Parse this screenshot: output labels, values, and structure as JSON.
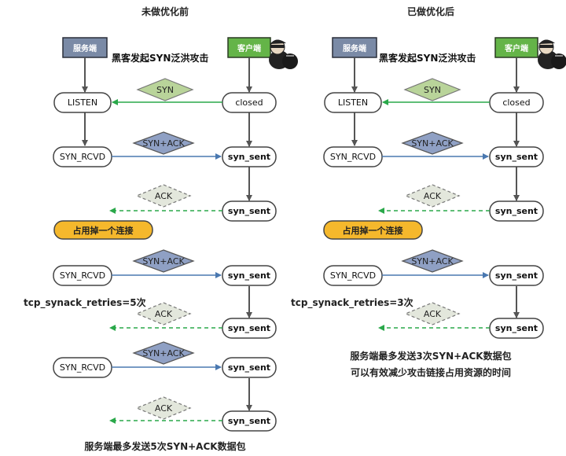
{
  "left": {
    "title": "未做优化前",
    "server_label": "服务端",
    "client_label": "客户端",
    "attack_text": "黑客发起SYN泛洪攻击",
    "listen": "LISTEN",
    "closed": "closed",
    "syn": "SYN",
    "syn_rcvd": "SYN_RCVD",
    "syn_ack": "SYN+ACK",
    "syn_sent": "syn_sent",
    "ack": "ACK",
    "occupy": "占用掉一个连接",
    "retries": "tcp_synack_retries=5次",
    "bottom_note": "服务端最多发送5次SYN+ACK数据包"
  },
  "right": {
    "title": "已做优化后",
    "server_label": "服务端",
    "client_label": "客户端",
    "attack_text": "黑客发起SYN泛洪攻击",
    "listen": "LISTEN",
    "closed": "closed",
    "syn": "SYN",
    "syn_rcvd": "SYN_RCVD",
    "syn_ack": "SYN+ACK",
    "syn_sent": "syn_sent",
    "ack": "ACK",
    "occupy": "占用掉一个连接",
    "retries": "tcp_synack_retries=3次",
    "note_line1": "服务端最多发送3次SYN+ACK数据包",
    "note_line2": "可以有效减少攻击链接占用资源的时间"
  },
  "colors": {
    "server_box": "#7a8aa6",
    "client_box": "#64b448",
    "syn_diamond": "#b9d49a",
    "syn_ack_diamond": "#8fa0c4",
    "ack_diamond": "#e3e7dc",
    "green_arrow": "#2aa84a",
    "blue_arrow": "#4a78b0",
    "occupy_fill": "#f5b82c"
  }
}
